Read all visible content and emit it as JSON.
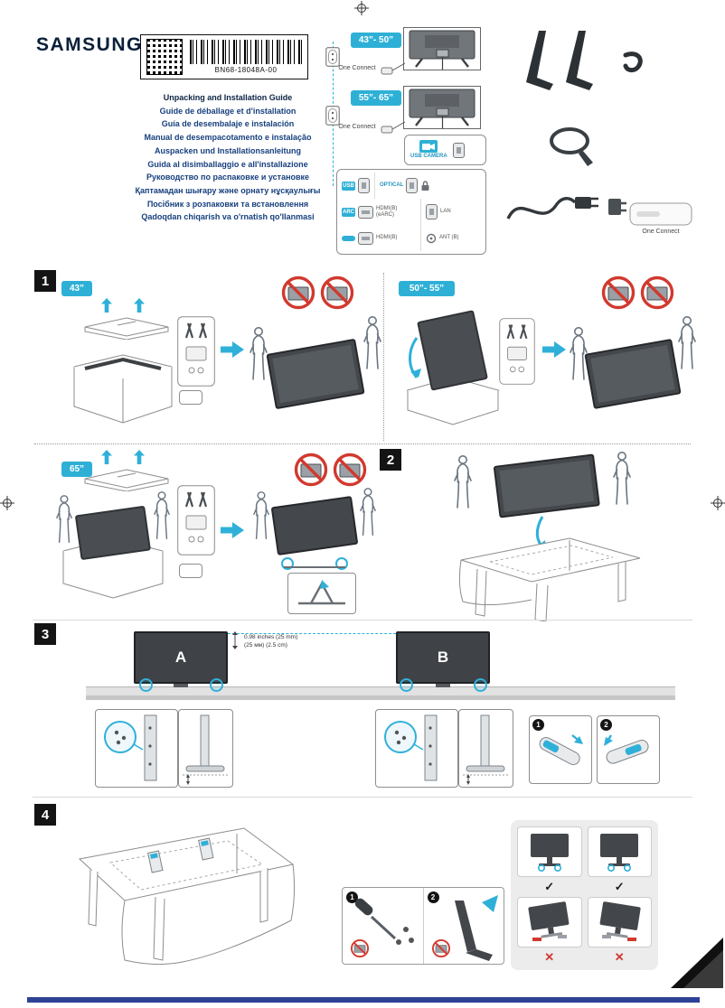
{
  "header": {
    "brand": "SAMSUNG",
    "part_number": "BN68-18048A-00",
    "titles": [
      "Unpacking and Installation Guide",
      "Guide de déballage et d'installation",
      "Guía de desembalaje e instalación",
      "Manual de desempacotamento e instalação",
      "Auspacken und Installationsanleitung",
      "Guida al disimballaggio e all'installazione",
      "Руководство по распаковке и установке",
      "Қаптамадан шығару және орнату нұсқаулығы",
      "Посібник з розпаковки та встановлення",
      "Qadoqdan chiqarish va o'rnatish qo'llanmasi"
    ]
  },
  "hookup": {
    "size1": "43”- 50”",
    "size2": "55”- 65”",
    "one_connect": "One Connect",
    "ports": {
      "usb_camera": "USB CAMERA",
      "usb": "USB",
      "optical": "OPTICAL",
      "arc": "ARC",
      "hdmi_earc": "HDMI(B) (eARC)",
      "lan": "LAN",
      "hdmi_b": "HDMI(B)",
      "ant": "ANT (B)"
    }
  },
  "sections": {
    "s1": {
      "number": "1",
      "badge43": "43”",
      "badge5055": "50”- 55”"
    },
    "s2": {
      "number": "2",
      "badge65": "65”"
    },
    "s3": {
      "number": "3",
      "model_a": "A",
      "model_b": "B",
      "measure1": "0.98 inches (25 mm)",
      "measure2": "(25 мм) (2.5 cm)",
      "step1": "1",
      "step2": "2"
    },
    "s4": {
      "number": "4",
      "step1": "1",
      "step2": "2",
      "check": "✓",
      "cross": "✕"
    }
  }
}
